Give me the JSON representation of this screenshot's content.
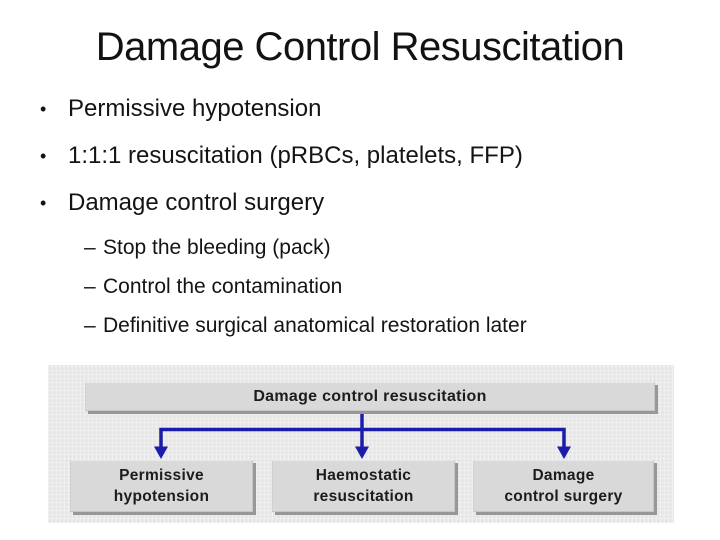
{
  "slide": {
    "title": "Damage Control Resuscitation",
    "bullet_marker": "•",
    "sub_marker": "–",
    "bullets": [
      {
        "text": "Permissive hypotension"
      },
      {
        "text": "1:1:1 resuscitation (pRBCs, platelets, FFP)"
      },
      {
        "text": "Damage control surgery"
      }
    ],
    "sub_bullets": [
      {
        "text": "Stop the bleeding (pack)"
      },
      {
        "text": "Control the contamination"
      },
      {
        "text": "Definitive surgical anatomical restoration later"
      }
    ]
  },
  "figure": {
    "root_label": "Damage control resuscitation",
    "children": [
      {
        "line1": "Permissive",
        "line2": "hypotension"
      },
      {
        "line1": "Haemostatic",
        "line2": "resuscitation"
      },
      {
        "line1": "Damage",
        "line2": "control surgery"
      }
    ],
    "colors": {
      "arrow_blue": "#1c1caa",
      "panel_background": "#ececec",
      "box_fill": "#d9d9d9",
      "box_shadow": "#979797",
      "box_text": "#1c1c1c"
    }
  }
}
